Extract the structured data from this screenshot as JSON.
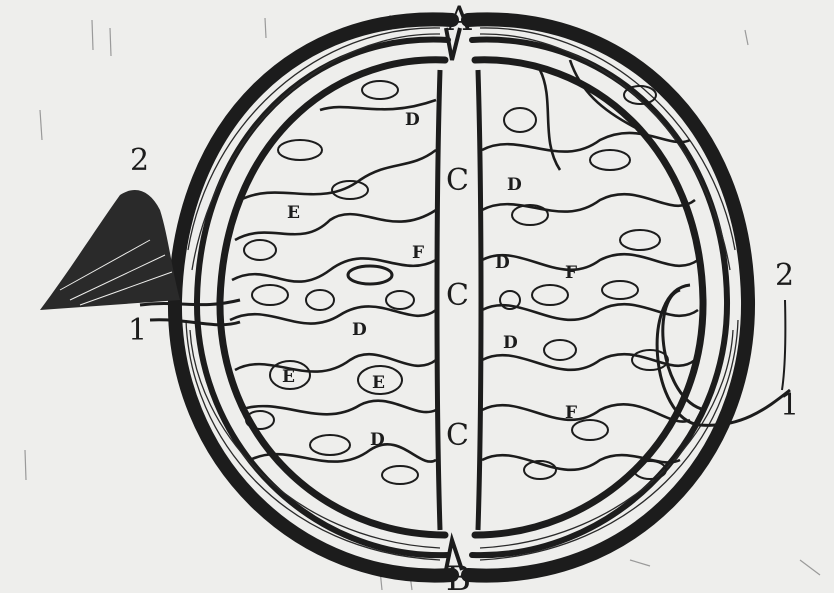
{
  "figure": {
    "labels": {
      "top": "A",
      "bottom": "B",
      "center_upper": "C",
      "center_middle": "C",
      "center_lower": "C",
      "d_upper_left": "D",
      "d_mid_left": "D",
      "d_low_left": "D",
      "d_upper_right": "D",
      "d_mid_right": "D",
      "d_low_right": "D",
      "e_upper_left": "E",
      "e_left_1": "E",
      "e_left_2": "E",
      "f_left": "F",
      "f_right": "F",
      "f_low_right": "F",
      "left_tag_top": "2",
      "left_tag_bottom": "1",
      "right_tag_top": "2",
      "right_tag_bottom": "1"
    },
    "colors": {
      "ink": "#1c1c1c",
      "paper": "#eeeeec"
    }
  }
}
